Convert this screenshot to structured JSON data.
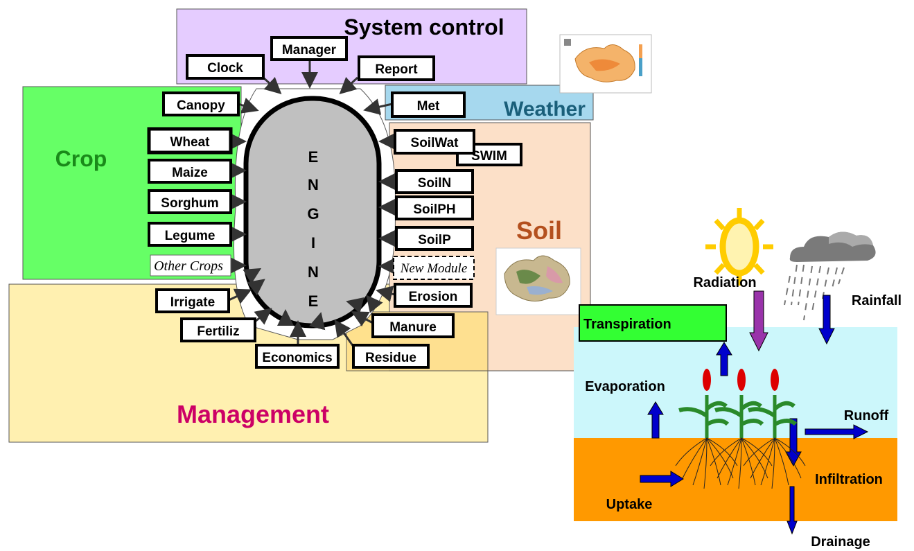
{
  "regions": {
    "system_control": "System control",
    "weather": "Weather",
    "crop": "Crop",
    "soil": "Soil",
    "management": "Management"
  },
  "engine": {
    "letters": [
      "E",
      "N",
      "G",
      "I",
      "N",
      "E"
    ]
  },
  "modules": {
    "clock": "Clock",
    "manager": "Manager",
    "report": "Report",
    "canopy": "Canopy",
    "met": "Met",
    "wheat": "Wheat",
    "maize": "Maize",
    "sorghum": "Sorghum",
    "legume": "Legume",
    "other_crops": "Other Crops",
    "soilwat": "SoilWat",
    "swim": "SWIM",
    "soiln": "SoilN",
    "soilph": "SoilPH",
    "soilp": "SoilP",
    "new_module": "New Module",
    "erosion": "Erosion",
    "irrigate": "Irrigate",
    "fertiliz": "Fertiliz",
    "economics": "Economics",
    "residue": "Residue",
    "manure": "Manure"
  },
  "processes": {
    "radiation": "Radiation",
    "rainfall": "Rainfall",
    "transpiration": "Transpiration",
    "evaporation": "Evaporation",
    "runoff": "Runoff",
    "infiltration": "Infiltration",
    "uptake": "Uptake",
    "drainage": "Drainage"
  },
  "colors": {
    "system_control_fill": "#e5ccff",
    "weather_fill": "#a6d8ee",
    "crop_fill": "#66ff66",
    "crop_text": "#1a8a1a",
    "soil_fill": "#fce0c8",
    "soil_text": "#b4501e",
    "management_fill": "#fff0b0",
    "management_text": "#cc0066",
    "weather_text": "#1a5f7a",
    "engine_fill": "#c0c0c0",
    "sky_fill": "#ccf7fb",
    "ground_fill": "#ff9900",
    "flow_arrow": "#0000cc",
    "radiation_arrow": "#9933aa",
    "transpiration_fill": "#33ff33",
    "sun": "#ffcc00"
  }
}
